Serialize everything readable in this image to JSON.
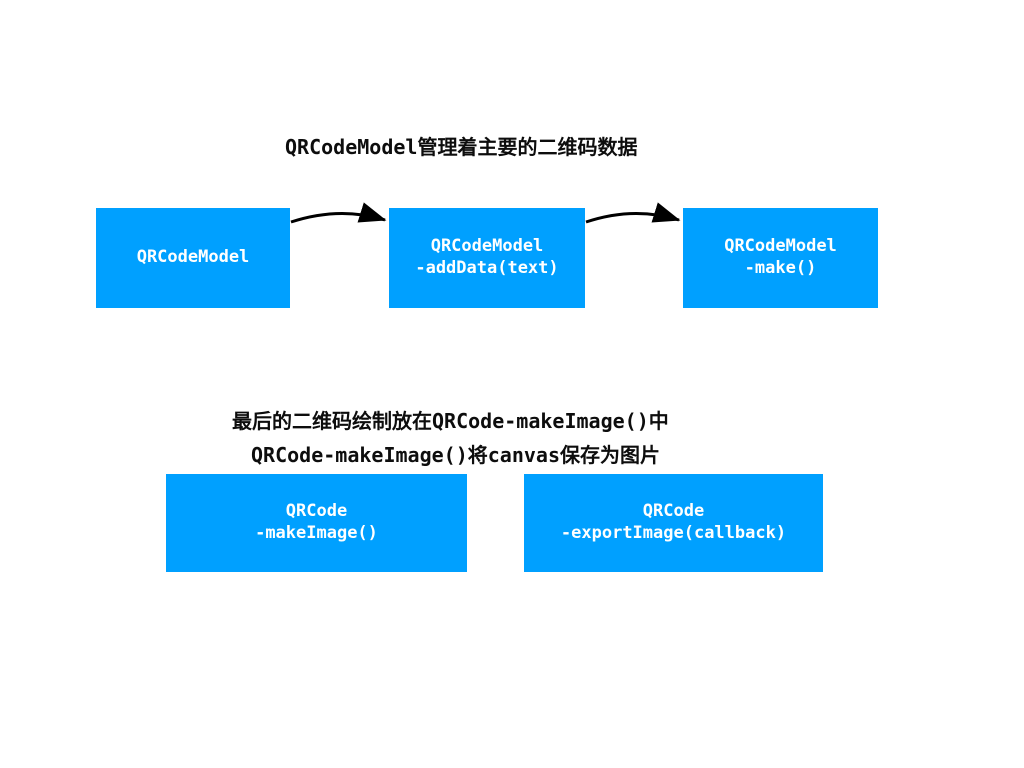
{
  "slide": {
    "background_color": "#ffffff",
    "accent_color": "#00A0FF",
    "text_color": "#0d0d0d",
    "box_text_color": "#ffffff"
  },
  "headings": {
    "top": "QRCodeModel管理着主要的二维码数据",
    "middle_line1": "最后的二维码绘制放在QRCode-makeImage()中",
    "middle_line2": "QRCode-makeImage()将canvas保存为图片"
  },
  "flow": {
    "nodes": [
      {
        "id": "node-qrcodemodel",
        "line1": "QRCodeModel",
        "line2": ""
      },
      {
        "id": "node-qrcodemodel-adddata",
        "line1": "QRCodeModel",
        "line2": "-addData(text)"
      },
      {
        "id": "node-qrcodemodel-make",
        "line1": "QRCodeModel",
        "line2": "-make()"
      }
    ],
    "arrows": [
      {
        "id": "arrow-model-to-adddata",
        "from": "node-qrcodemodel",
        "to": "node-qrcodemodel-adddata"
      },
      {
        "id": "arrow-adddata-to-make",
        "from": "node-qrcodemodel-adddata",
        "to": "node-qrcodemodel-make"
      }
    ]
  },
  "image_group": {
    "nodes": [
      {
        "id": "node-qrcode-makeimage",
        "line1": "QRCode",
        "line2": "-makeImage()"
      },
      {
        "id": "node-qrcode-exportimage",
        "line1": "QRCode",
        "line2": "-exportImage(callback)"
      }
    ]
  }
}
